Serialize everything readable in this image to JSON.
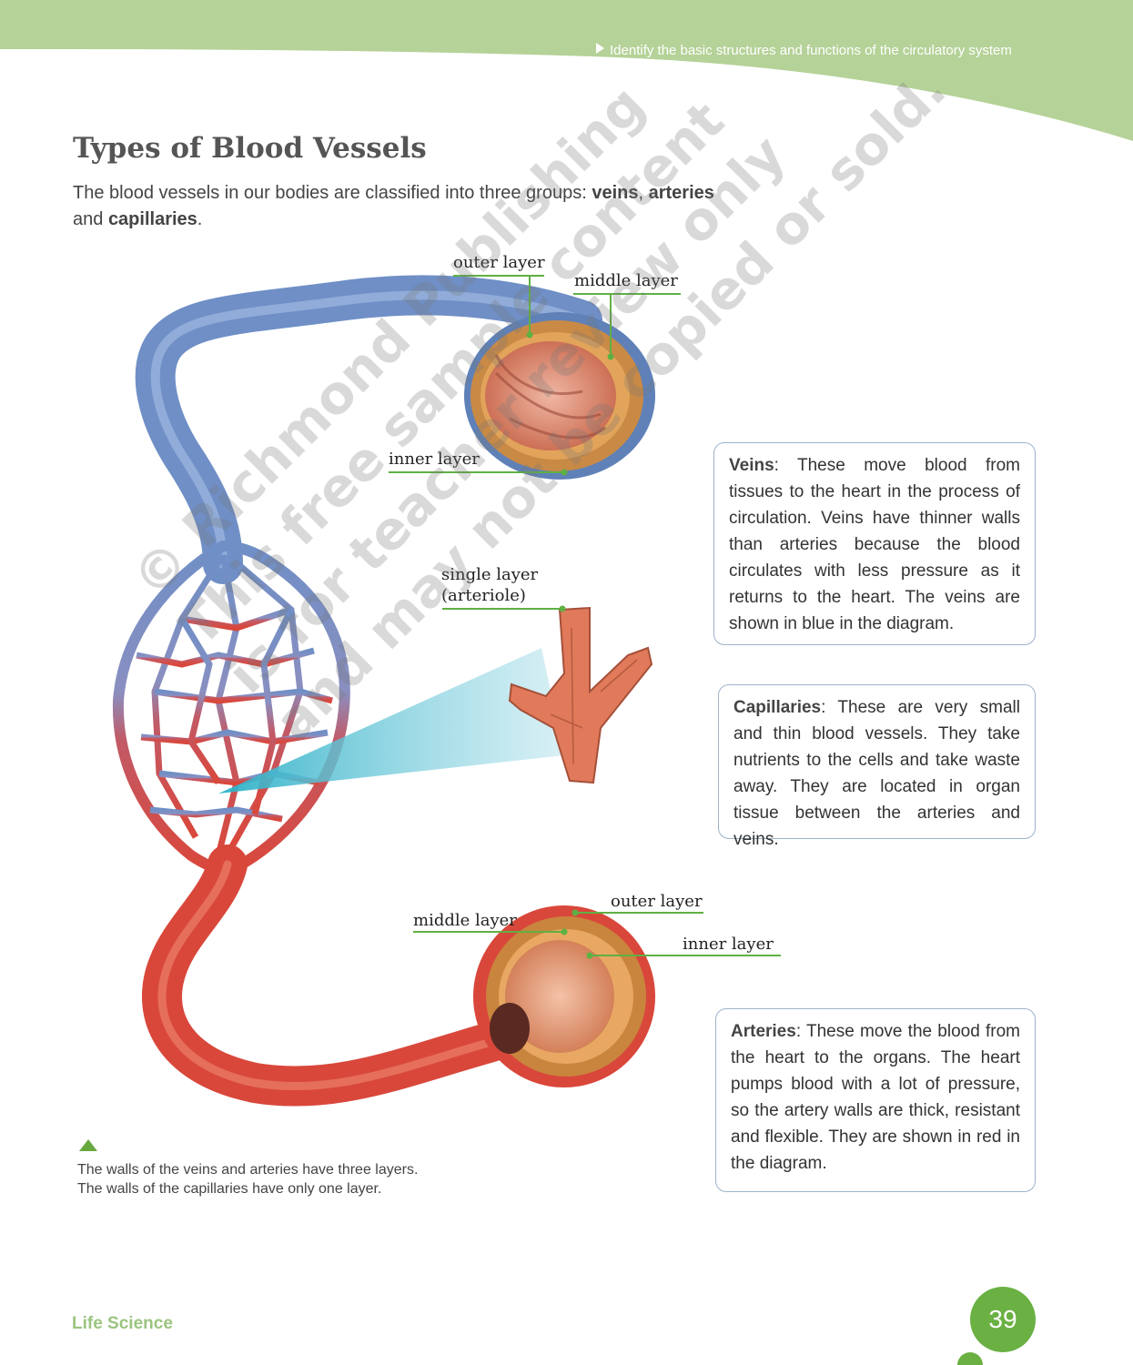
{
  "header": {
    "objective": "Identify the basic structures and functions of the circulatory system",
    "band_color": "#b5d298"
  },
  "title": "Types of Blood Vessels",
  "intro": {
    "part1": "The blood vessels in our bodies are classified into three groups: ",
    "veins": "veins",
    "comma": ", ",
    "arteries": "arteries",
    "and": " and ",
    "capillaries": "capillaries",
    "period": "."
  },
  "labels": {
    "vein_outer": "outer layer",
    "vein_middle": "middle layer",
    "vein_inner": "inner layer",
    "capillary_single": "single layer",
    "capillary_arteriole": "(arteriole)",
    "artery_outer": "outer layer",
    "artery_middle": "middle layer",
    "artery_inner": "inner layer"
  },
  "boxes": {
    "veins": {
      "term": "Veins",
      "text": ": These move blood from tissues to the heart in the process of circulation. Veins have thinner walls than arteries because the blood circulates with less pressure as it returns to the heart. The veins are shown in blue in the diagram."
    },
    "capillaries": {
      "term": "Capillaries",
      "text": ": These are very small and thin blood vessels. They take nutrients to the cells and take waste away. They are located in organ tissue between the arteries and veins."
    },
    "arteries": {
      "term": "Arteries",
      "text": ": These move the blood from the heart to the organs. The heart pumps blood with a lot of pressure, so the artery walls are thick, resistant and flexible. They are shown in red in the diagram."
    }
  },
  "caption": {
    "line1": "The walls of the veins and arteries have three layers.",
    "line2": "The walls of the capillaries have only one layer."
  },
  "watermark": {
    "line1": "© Richmond Publishing",
    "line2": "This free sample content",
    "line3": "is for teacher review only",
    "line4": "and may not be copied or sold."
  },
  "footer": {
    "subject": "Life Science",
    "page": "39"
  },
  "colors": {
    "green": "#6ab043",
    "vein_blue": "#6f8fc6",
    "artery_red": "#d9473b",
    "label_line": "#5fb043"
  }
}
